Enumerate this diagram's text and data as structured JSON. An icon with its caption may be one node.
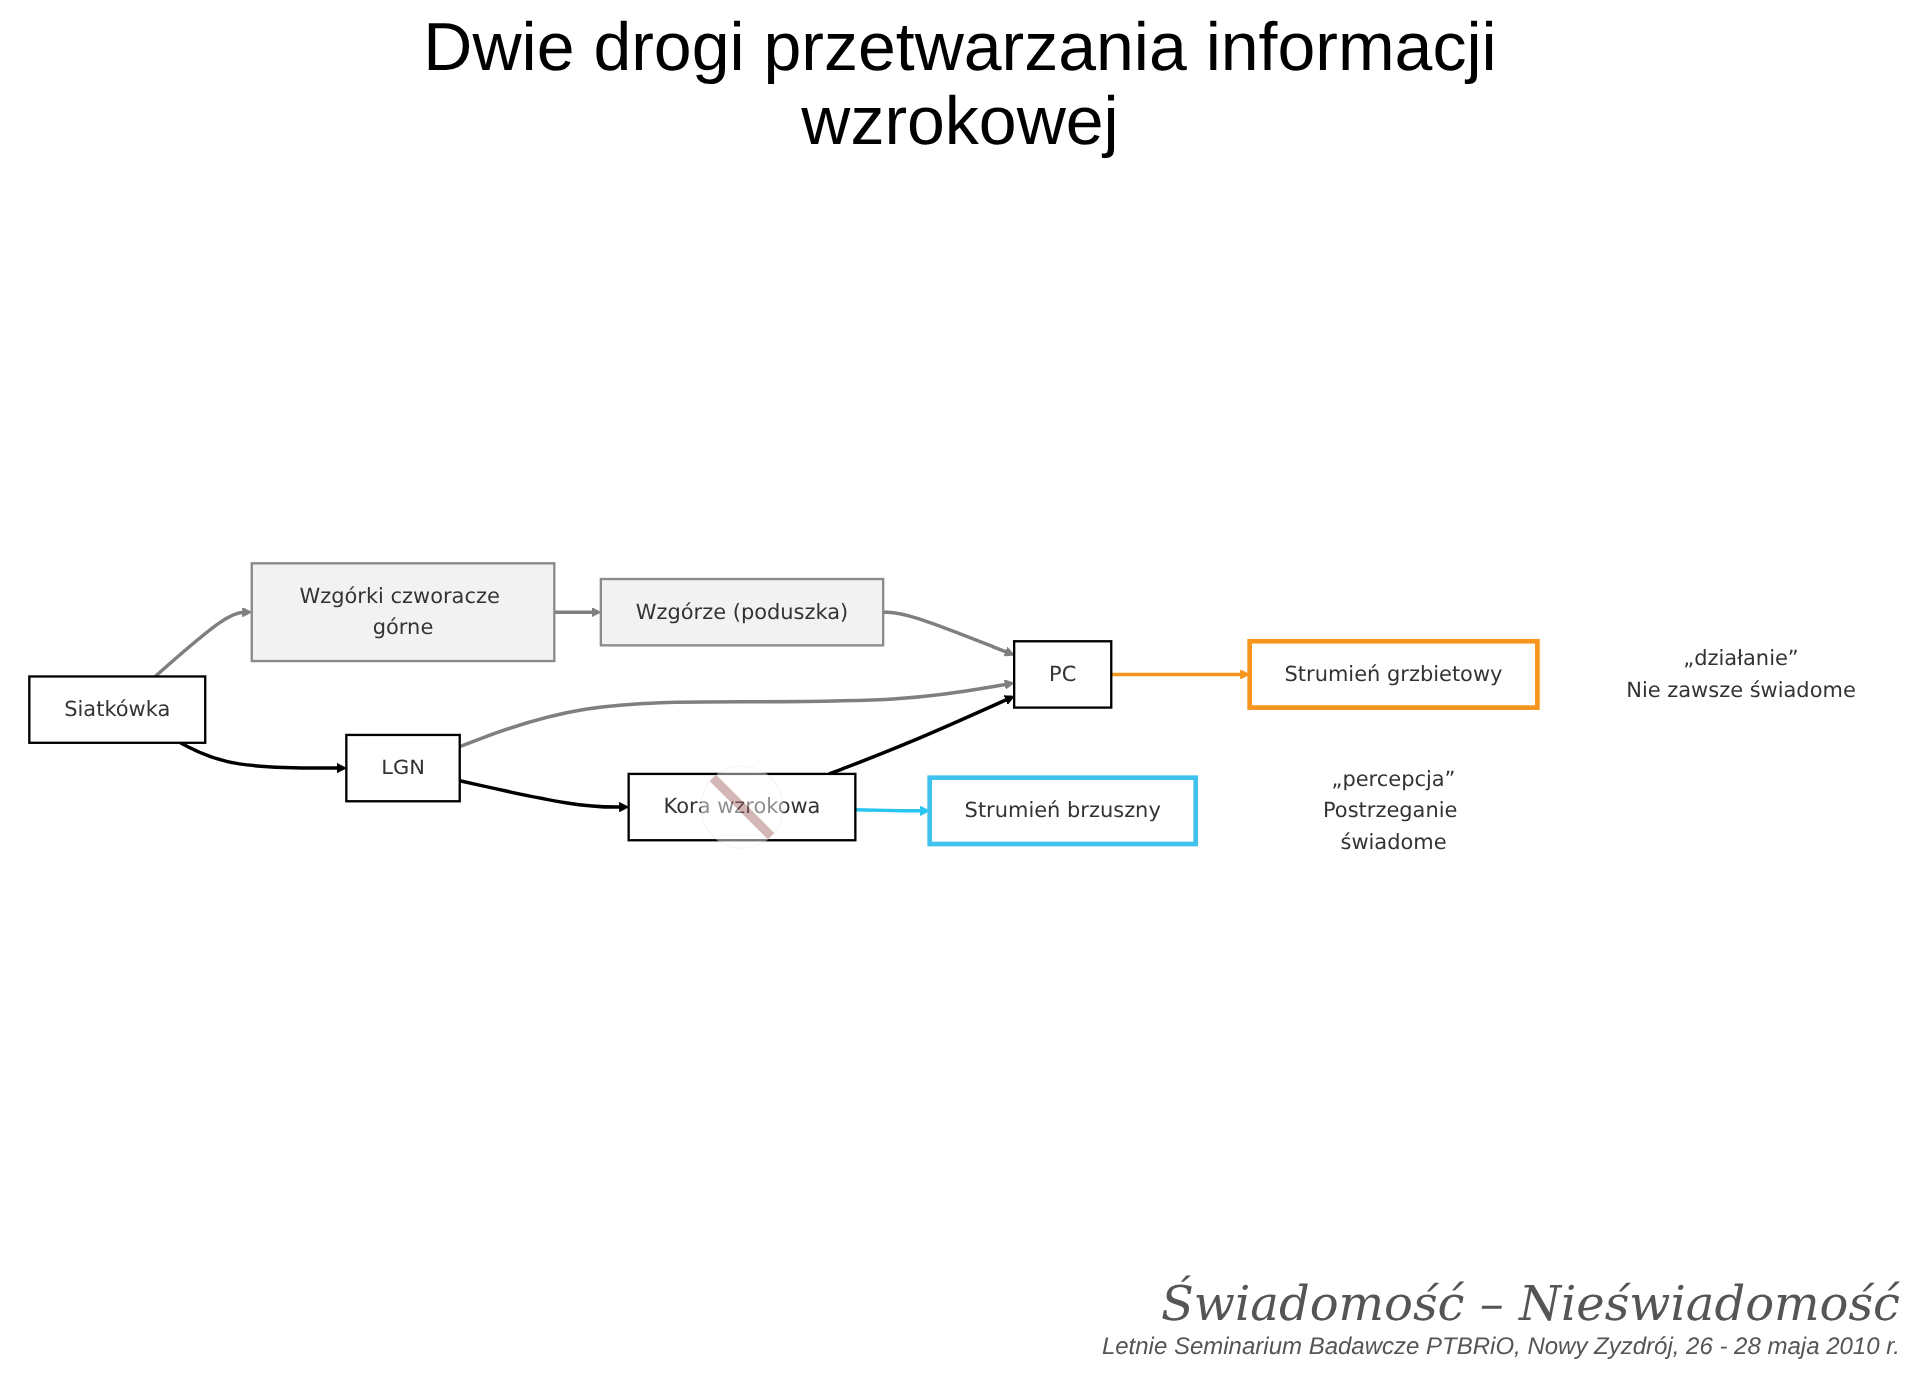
{
  "diagram": {
    "title": "Dwie drogi przetwarzania informacji wzrokowej",
    "nodes": [
      {
        "text": [
          "Siatkówka"
        ]
      },
      {
        "text": [
          "LGN"
        ]
      },
      {
        "text": [
          "Kora wzrokowa"
        ]
      },
      {
        "text": [
          "PC"
        ]
      },
      {
        "text": [
          "Strumień grzbietowy"
        ],
        "beside": [
          "„działanie”",
          "Nie zawsze świadome"
        ]
      },
      {
        "text": [
          "Wzgórki czworacze górne"
        ]
      },
      {
        "text": [
          "Wzgórze (poduszka)"
        ]
      },
      {
        "text": [
          "Strumień brzuszny"
        ],
        "beside": [
          "„percepcja”",
          "Postrzeganie świadome"
        ]
      }
    ],
    "edges": [
      {
        "from": 0,
        "to": 1,
        "arrow": "to",
        "color": "#000000"
      },
      {
        "from": 1,
        "to": 2,
        "arrow": "to",
        "color": "#000000"
      },
      {
        "from": 2,
        "to": 3,
        "arrow": "to",
        "color": "#000000"
      },
      {
        "from": 3,
        "to": 4,
        "arrow": "to",
        "color": "#f7941d"
      },
      {
        "from": 0,
        "to": 5,
        "arrow": "to",
        "color": "#7f7f7f"
      },
      {
        "from": 5,
        "to": 6,
        "arrow": "to",
        "color": "#7f7f7f"
      },
      {
        "from": 1,
        "to": 3,
        "arrow": "to",
        "color": "#7f7f7f"
      },
      {
        "from": 6,
        "to": 3,
        "arrow": "to",
        "color": "#7f7f7f"
      },
      {
        "from": 2,
        "to": 7,
        "arrow": "to",
        "color": "#29c5f0"
      }
    ],
    "labels": [
      "Świadomość – Nieświadomość",
      "Letnie Seminarium Badawcze PTBRiO, Nowy Zyzdrój, 26 - 28 maja 2010 r."
    ]
  }
}
